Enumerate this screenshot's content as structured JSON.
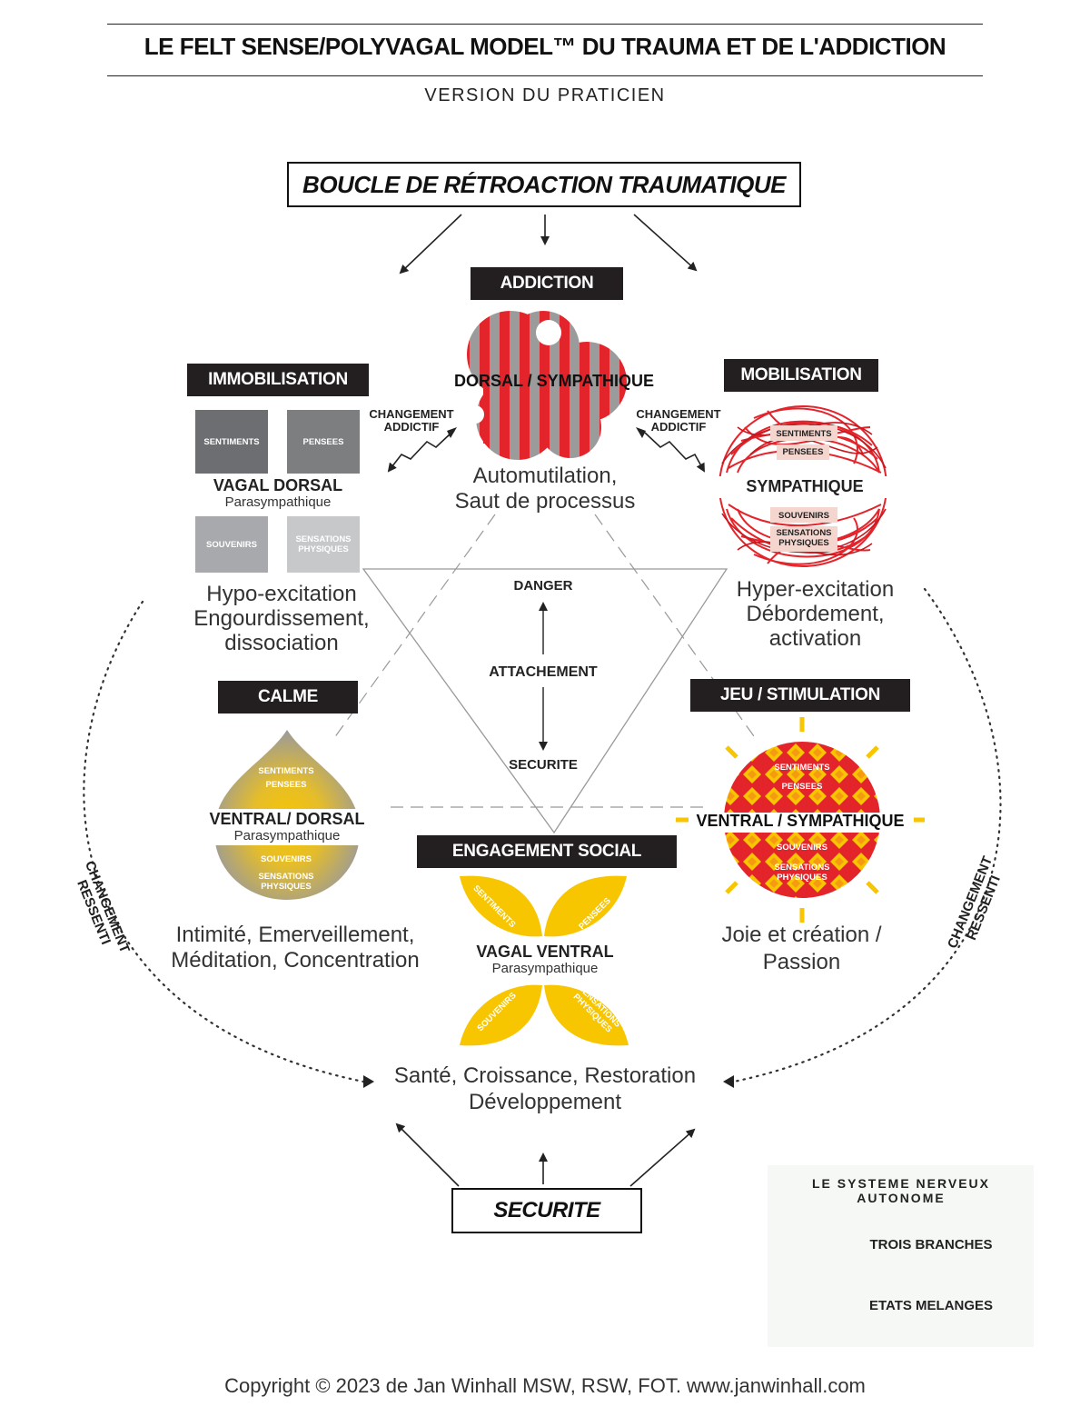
{
  "header": {
    "title": "LE FELT SENSE/POLYVAGAL MODEL™ DU TRAUMA ET DE L'ADDICTION",
    "subtitle": "VERSION DU PRATICIEN"
  },
  "top_box": "BOUCLE DE RÉTROACTION TRAUMATIQUE",
  "bottom_box": "SECURITE",
  "addiction": {
    "tag": "ADDICTION",
    "state": "DORSAL / SYMPATHIQUE",
    "desc_1": "Automutilation,",
    "desc_2": "Saut de processus"
  },
  "immobilisation": {
    "tag": "IMMOBILISATION",
    "state": "VAGAL DORSAL",
    "branch": "Parasympathique",
    "quad": [
      "SENTIMENTS",
      "PENSEES",
      "SOUVENIRS",
      "SENSATIONS PHYSIQUES"
    ],
    "desc_1": "Hypo-excitation",
    "desc_2": "Engourdissement,",
    "desc_3": "dissociation"
  },
  "mobilisation": {
    "tag": "MOBILISATION",
    "state": "SYMPATHIQUE",
    "quad": [
      "SENTIMENTS",
      "PENSEES",
      "SOUVENIRS",
      "SENSATIONS PHYSIQUES"
    ],
    "desc_1": "Hyper-excitation",
    "desc_2": "Débordement,",
    "desc_3": "activation"
  },
  "changement_addictif": [
    "CHANGEMENT",
    "ADDICTIF"
  ],
  "center": {
    "danger": "DANGER",
    "attachement": "ATTACHEMENT",
    "securite": "SECURITE"
  },
  "calme": {
    "tag": "CALME",
    "state": "VENTRAL/ DORSAL",
    "branch": "Parasympathique",
    "quad": [
      "SENTIMENTS",
      "PENSEES",
      "SOUVENIRS",
      "SENSATIONS PHYSIQUES"
    ],
    "desc_1": "Intimité, Emerveillement,",
    "desc_2": "Méditation, Concentration"
  },
  "jeu": {
    "tag": "JEU / STIMULATION",
    "state": "VENTRAL / SYMPATHIQUE",
    "quad": [
      "SENTIMENTS",
      "PENSEES",
      "SOUVENIRS",
      "SENSATIONS PHYSIQUES"
    ],
    "desc_1": "Joie et création /",
    "desc_2": "Passion"
  },
  "engagement": {
    "tag": "ENGAGEMENT SOCIAL",
    "state": "VAGAL VENTRAL",
    "branch": "Parasympathique",
    "quad": [
      "SENTIMENTS",
      "PENSEES",
      "SOUVENIRS",
      "SENSATIONS PHYSIQUES"
    ]
  },
  "bottom_center": {
    "line_1": "Santé, Croissance, Restoration",
    "line_2": "Développement"
  },
  "changement_ressenti": [
    "CHANGEMENT",
    "RESSENTI"
  ],
  "legend": {
    "title_1": "LE SYSTEME NERVEUX",
    "title_2": "AUTONOME",
    "item_1": "TROIS BRANCHES",
    "item_2": "ETATS MELANGES"
  },
  "copyright": "Copyright © 2023  de Jan Winhall MSW, RSW, FOT.  www.janwinhall.com",
  "colors": {
    "red": "#e3242b",
    "gray": "#9a9a9a",
    "dark_gray": "#6d6e71",
    "yellow": "#f7c600",
    "tag_bg": "#231f20"
  }
}
